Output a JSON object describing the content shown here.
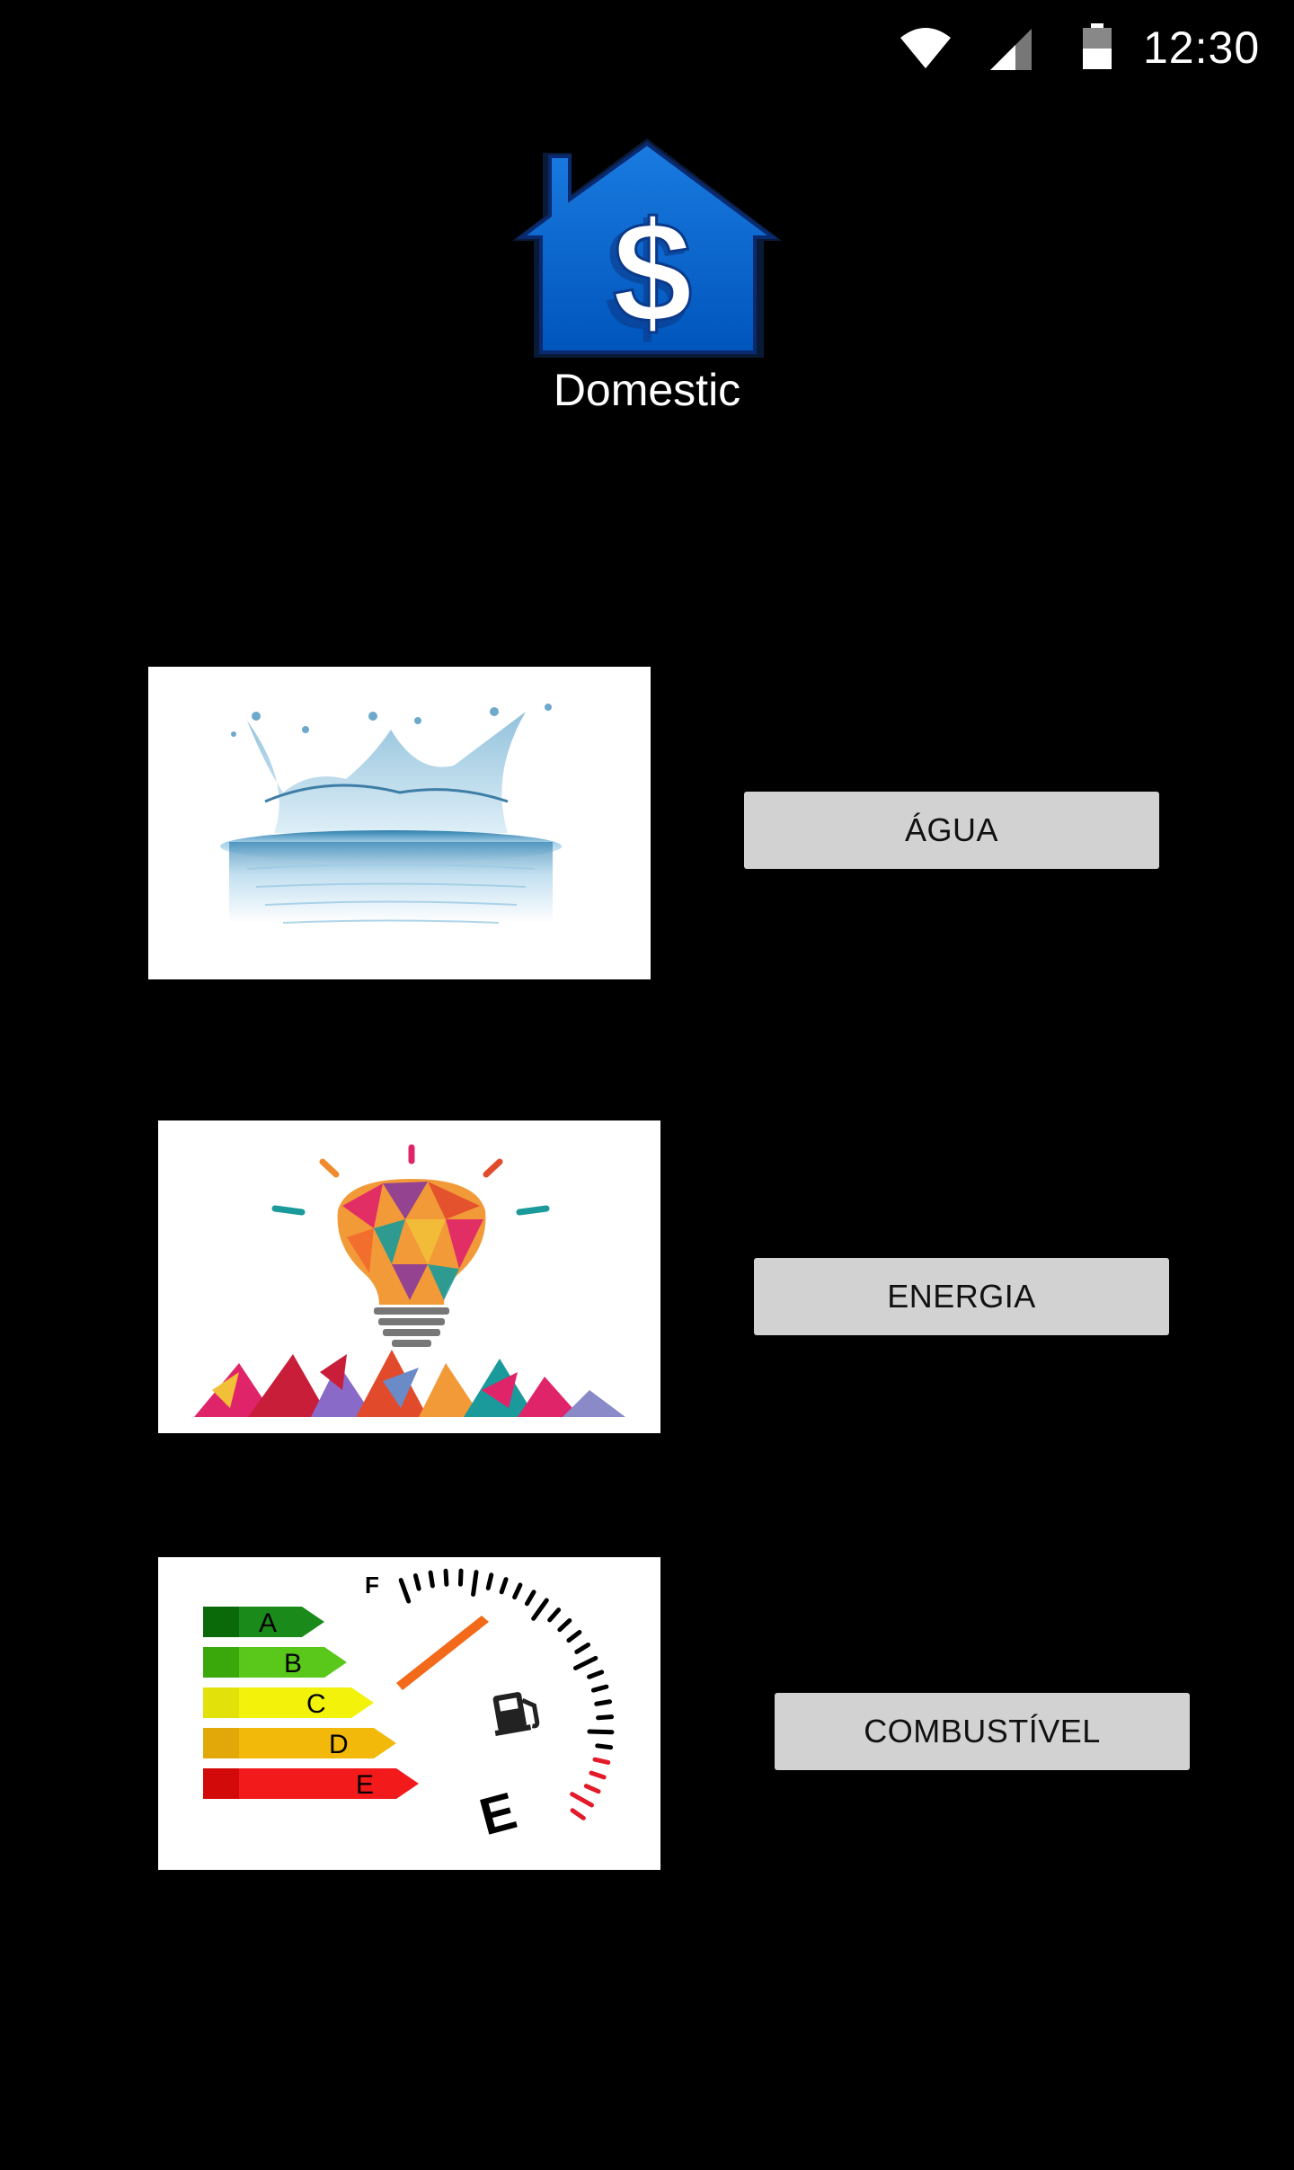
{
  "status_bar": {
    "time": "12:30",
    "icons": [
      "wifi-icon",
      "cell-signal-icon",
      "battery-icon"
    ]
  },
  "header": {
    "logo_icon": "house-dollar-icon",
    "title": "Domestic"
  },
  "items": [
    {
      "image_icon": "water-splash-image",
      "button_label": "ÁGUA"
    },
    {
      "image_icon": "lightbulb-image",
      "button_label": "ENERGIA"
    },
    {
      "image_icon": "fuel-gauge-image",
      "button_label": "COMBUSTÍVEL"
    }
  ],
  "colors": {
    "background": "#000000",
    "button": "#d2d2d2",
    "logo_blue": "#0066cc"
  },
  "fuel_gauge": {
    "energy_labels": [
      "A",
      "B",
      "C",
      "D",
      "E"
    ],
    "full_label": "F",
    "empty_label": "E"
  }
}
